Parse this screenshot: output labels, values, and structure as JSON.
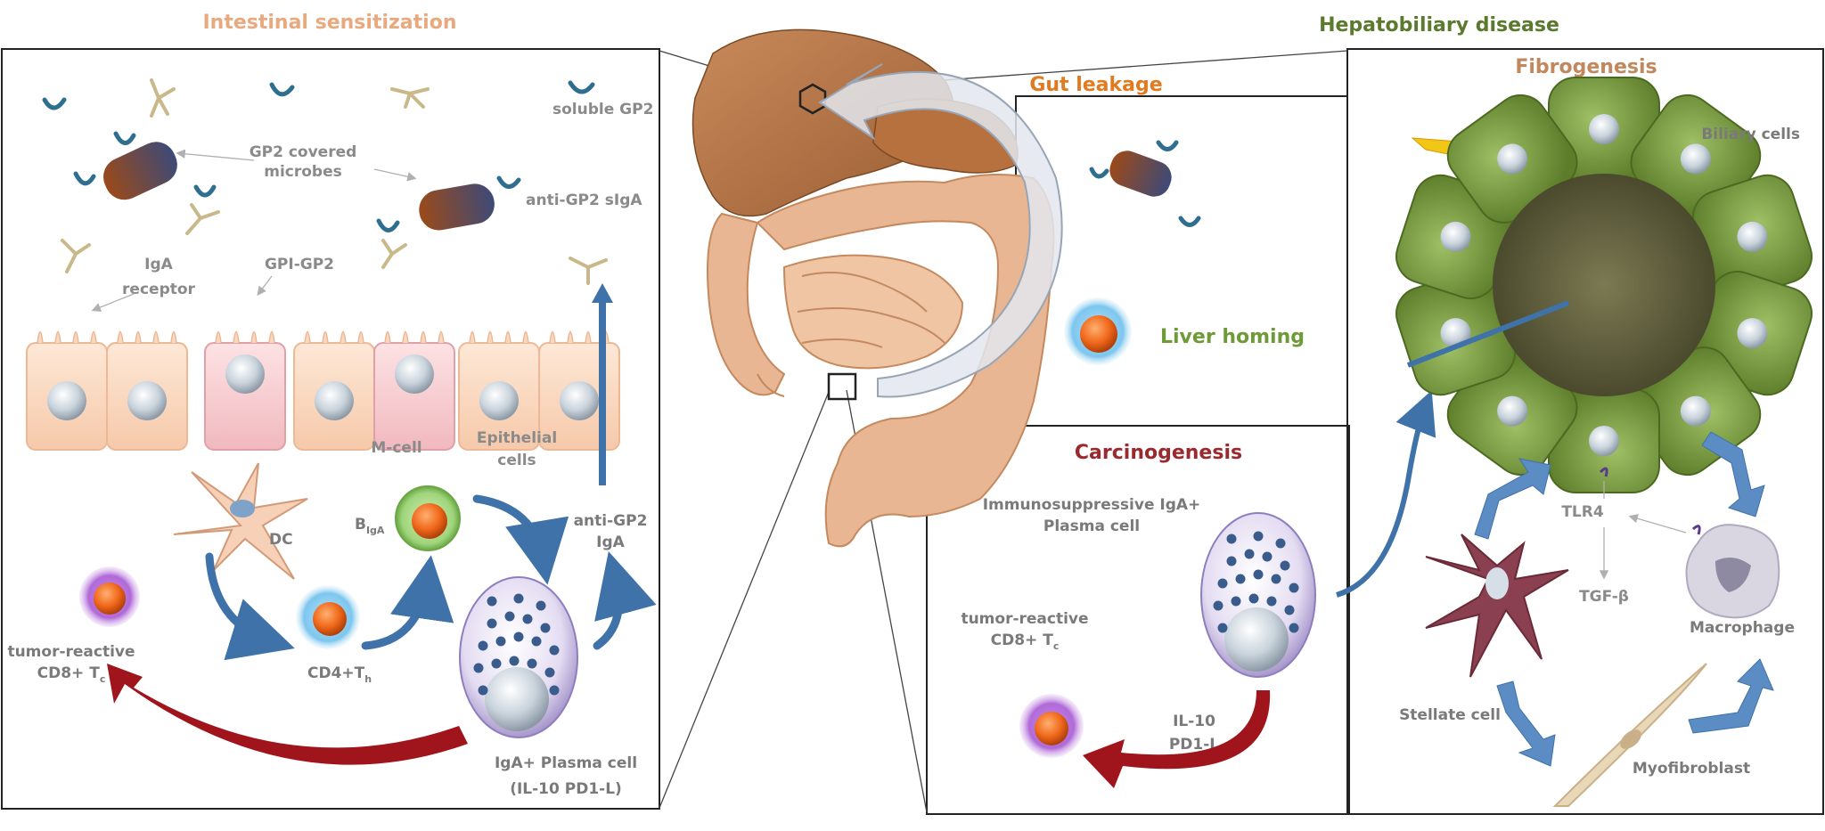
{
  "titles": {
    "intestinal": "Intestinal sensitization",
    "hepatobiliary": "Hepatobiliary disease",
    "gut_leakage": "Gut leakage",
    "liver_homing": "Liver homing",
    "fibrogenesis": "Fibrogenesis",
    "carcinogenesis": "Carcinogenesis"
  },
  "intestinal": {
    "soluble_gp2": "soluble GP2",
    "gp2_microbes_1": "GP2 covered",
    "gp2_microbes_2": "microbes",
    "anti_gp2_siga": "anti-GP2 sIgA",
    "iga_receptor_1": "IgA",
    "iga_receptor_2": "receptor",
    "gpi_gp2": "GPI-GP2",
    "m_cell": "M-cell",
    "epithelial_1": "Epithelial",
    "epithelial_2": "cells",
    "dc": "DC",
    "b_iga_main": "B",
    "b_iga_sub": "IgA",
    "anti_gp2_iga_1": "anti-GP2",
    "anti_gp2_iga_2": "IgA",
    "cd4_main": "CD4+T",
    "cd4_sub": "h",
    "tumor_1": "tumor-reactive",
    "tumor_2_main": "CD8+ T",
    "tumor_2_sub": "c",
    "plasma_1": "IgA+ Plasma cell",
    "plasma_2": "(IL-10   PD1-L)"
  },
  "carcinogenesis": {
    "immuno_1": "Immunosuppressive IgA+",
    "immuno_2": "Plasma cell",
    "tumor_1": "tumor-reactive",
    "tumor_2_main": "CD8+ T",
    "tumor_2_sub": "c",
    "il10": "IL-10",
    "pd1l": "PD1-L"
  },
  "fibrogenesis": {
    "biliary": "Biliary cells",
    "tlr4": "TLR4",
    "tgfb": "TGF-β",
    "macrophage": "Macrophage",
    "stellate": "Stellate cell",
    "myofibroblast": "Myofibroblast"
  },
  "colors": {
    "intestinal_title": "#e8a97e",
    "gut_leakage": "#e07b20",
    "hepatobiliary": "#5b7a2e",
    "liver_homing": "#6f9a38",
    "fibrogenesis": "#c2875c",
    "carcinogenesis": "#9b2a2f",
    "arrow_blue": "#3f72a8",
    "arrow_red": "#a0141c",
    "biliary_green": "#6f8e3a"
  }
}
